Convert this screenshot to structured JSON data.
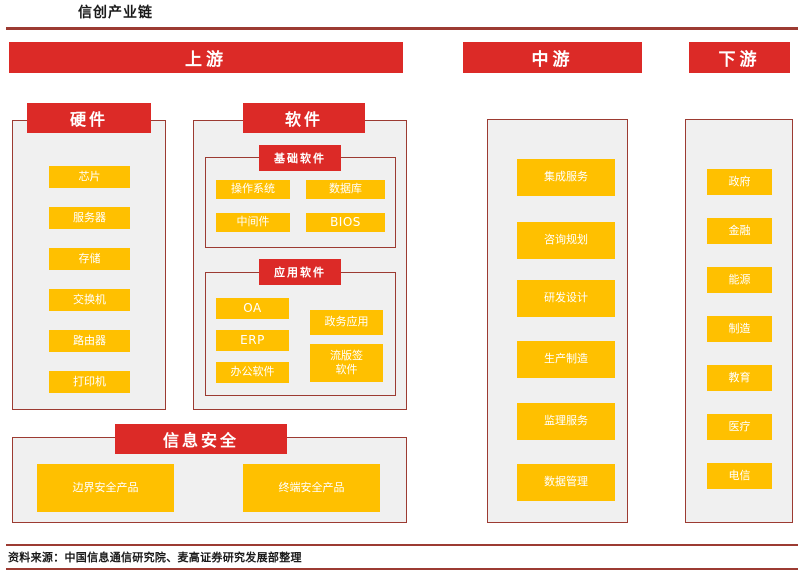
{
  "title": "信创产业链",
  "footer": "资料来源：中国信息通信研究院、麦高证券研究发展部整理",
  "colors": {
    "red": "#dc2a27",
    "yellow": "#ffc000",
    "border": "#9c3b32",
    "panel_fill": "#f0f0f0",
    "text_white": "#ffffff"
  },
  "stages": {
    "upstream": "上游",
    "midstream": "中游",
    "downstream": "下游"
  },
  "groups": {
    "hardware": {
      "label": "硬件",
      "items": [
        "芯片",
        "服务器",
        "存储",
        "交换机",
        "路由器",
        "打印机"
      ]
    },
    "software": {
      "label": "软件",
      "basic": {
        "label": "基础软件",
        "items": [
          "操作系统",
          "数据库",
          "中间件",
          "BIOS"
        ]
      },
      "application": {
        "label": "应用软件",
        "items_left": [
          "OA",
          "ERP",
          "办公软件"
        ],
        "items_right": [
          "政务应用",
          "流版签\n软件"
        ]
      }
    },
    "infosec": {
      "label": "信息安全",
      "items": [
        "边界安全产品",
        "终端安全产品"
      ]
    },
    "midstream": {
      "items": [
        "集成服务",
        "咨询规划",
        "研发设计",
        "生产制造",
        "监理服务",
        "数据管理"
      ]
    },
    "downstream": {
      "items": [
        "政府",
        "金融",
        "能源",
        "制造",
        "教育",
        "医疗",
        "电信"
      ]
    }
  }
}
